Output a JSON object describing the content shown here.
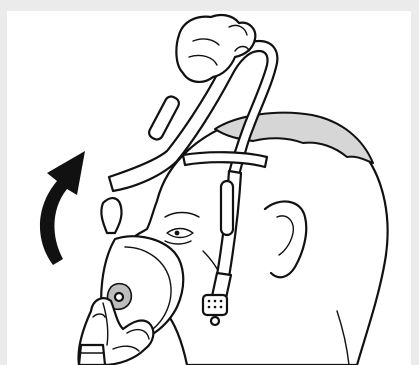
{
  "figure": {
    "kind": "instructional-illustration",
    "elements": [
      "person-head",
      "headgear-straps",
      "nasal-mask",
      "hands",
      "upward-arrow-icon"
    ],
    "colors": {
      "line": "#111111",
      "fill": "#ffffff",
      "hair": "#d6d6d6",
      "border": "#ebebeb"
    }
  }
}
